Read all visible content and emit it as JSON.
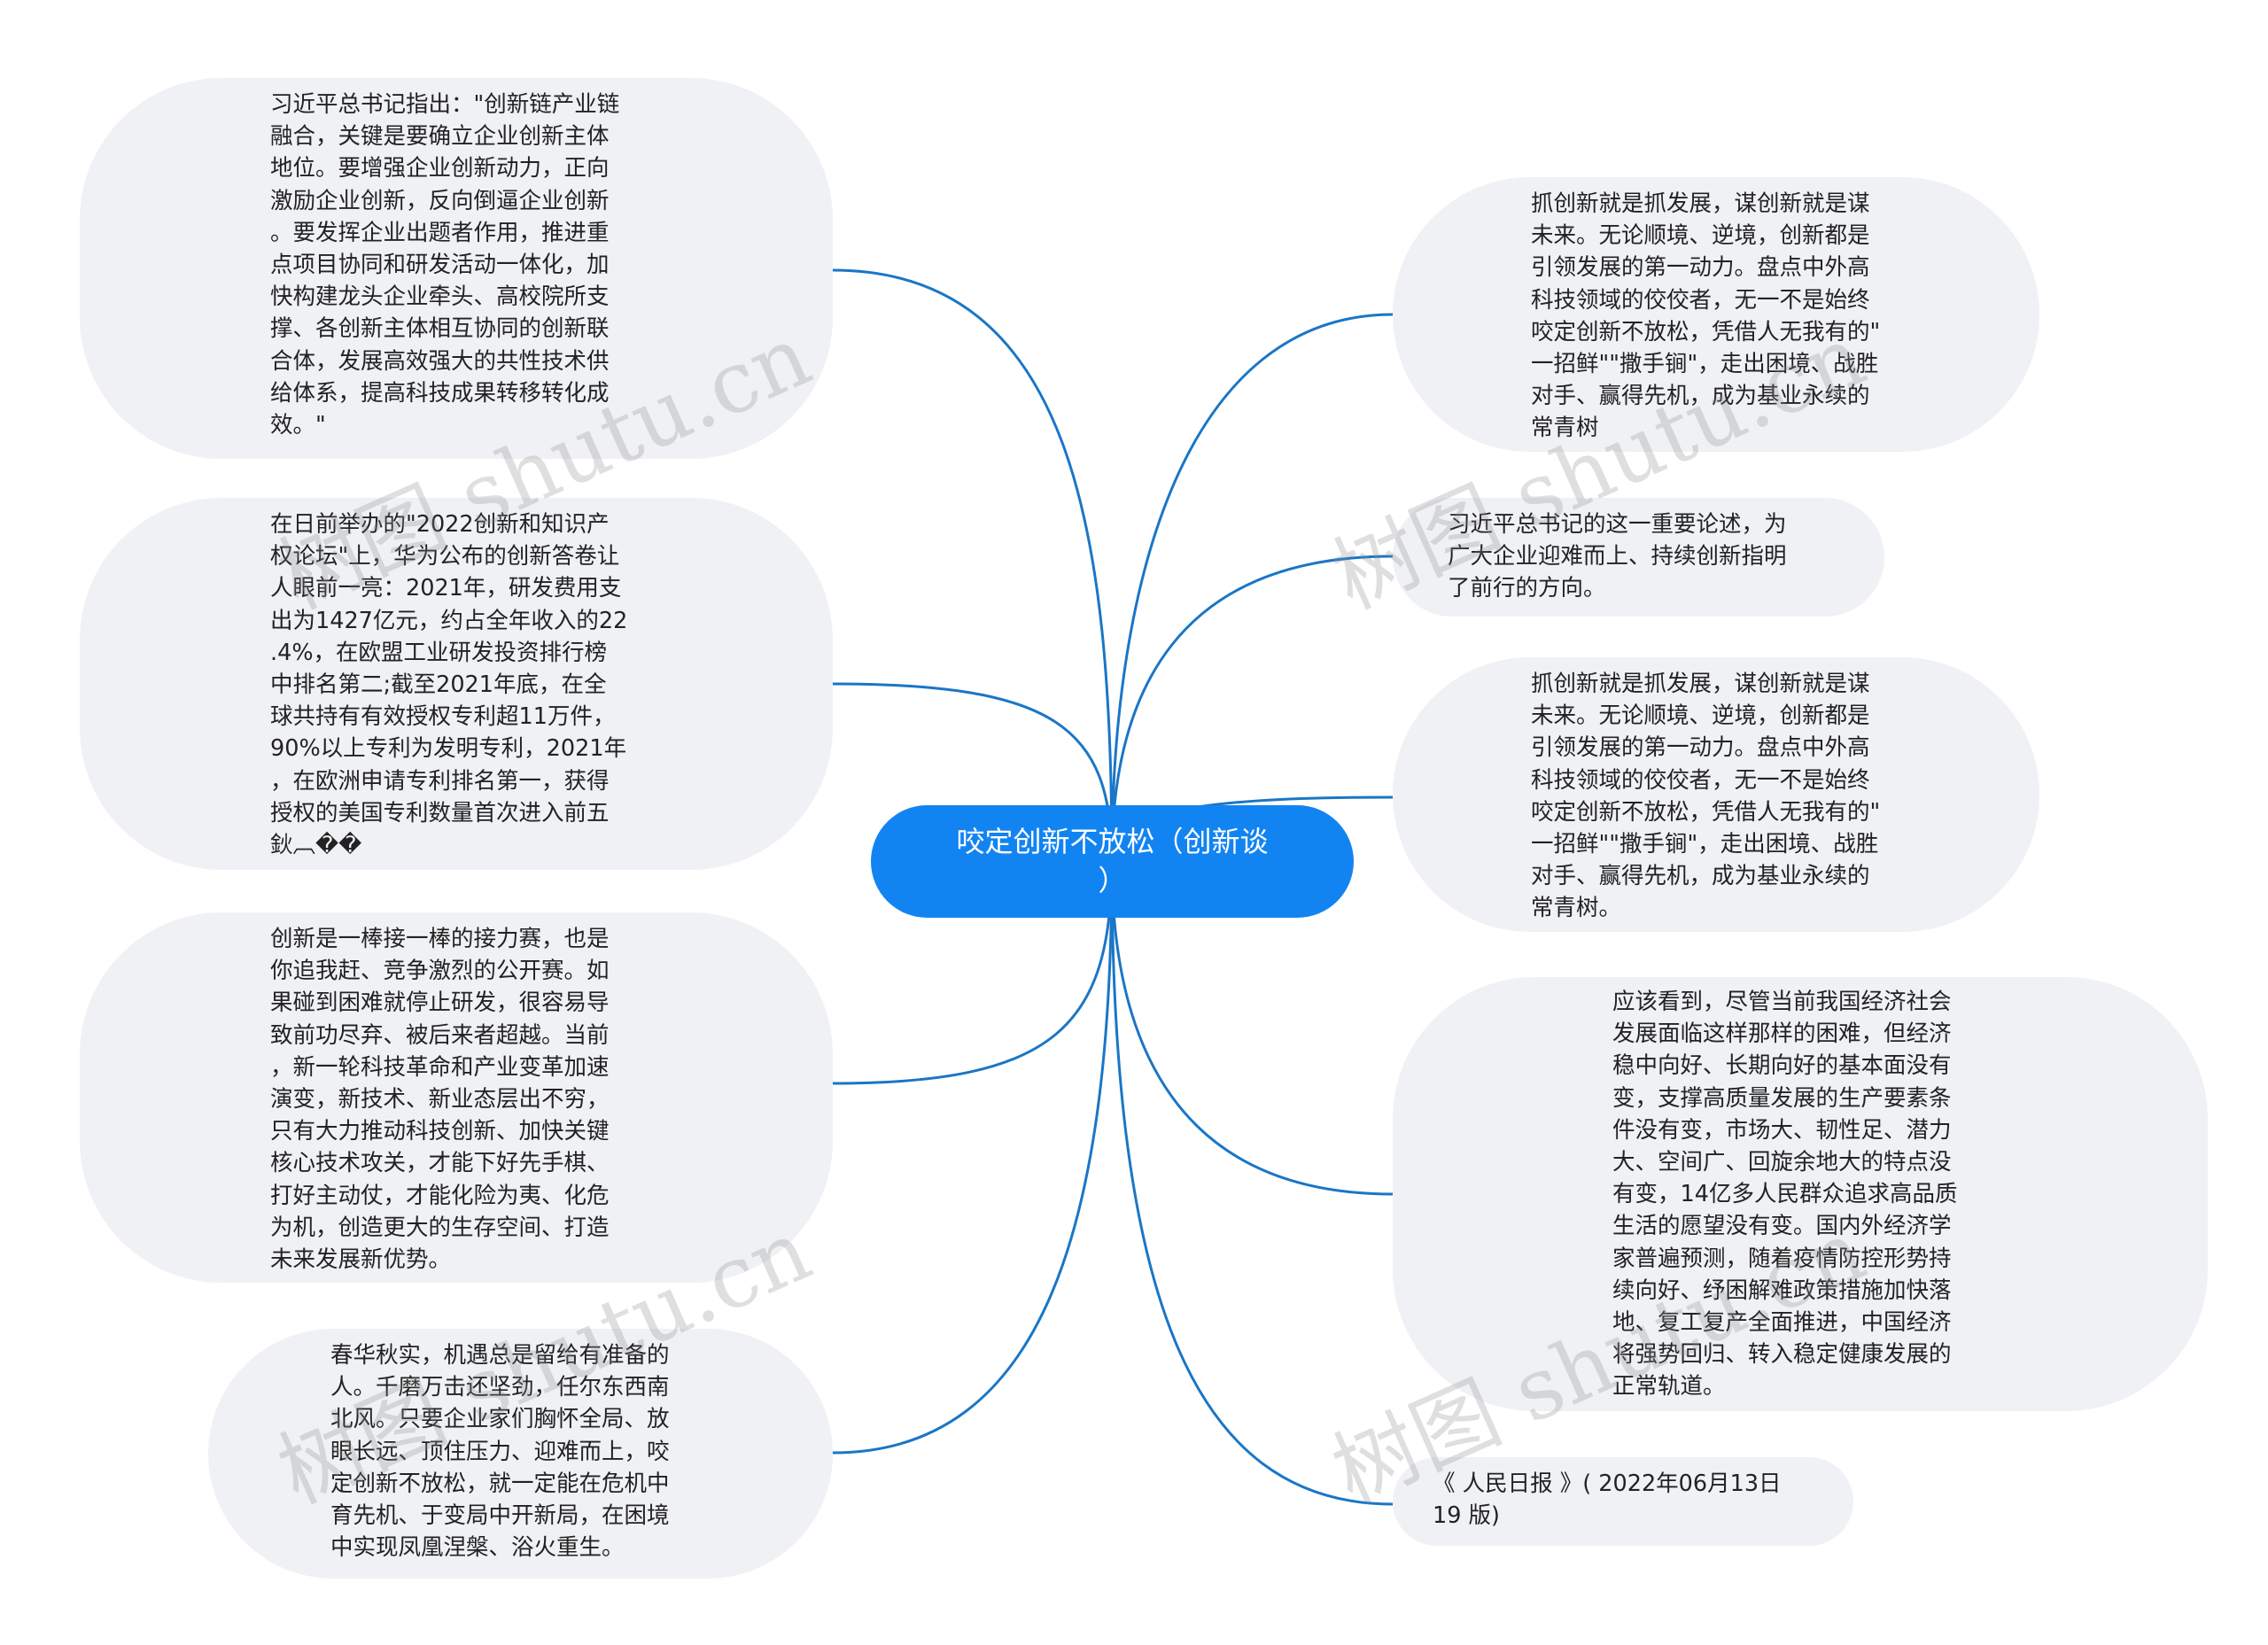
{
  "root": {
    "label": "咬定创新不放松（创新谈\n）"
  },
  "nodes": {
    "left_1": "习近平总书记指出：\"创新链产业链\n融合，关键是要确立企业创新主体\n地位。要增强企业创新动力，正向\n激励企业创新，反向倒逼企业创新\n。要发挥企业出题者作用，推进重\n点项目协同和研发活动一体化，加\n快构建龙头企业牵头、高校院所支\n撑、各创新主体相互协同的创新联\n合体，发展高效强大的共性技术供\n给体系，提高科技成果转移转化成\n效。\"",
    "left_2": "在日前举办的\"2022创新和知识产\n权论坛\"上，华为公布的创新答卷让\n人眼前一亮：2021年，研发费用支\n出为1427亿元，约占全年收入的22\n.4%，在欧盟工业研发投资排行榜\n中排名第二;截至2021年底，在全\n球共持有有效授权专利超11万件，\n90%以上专利为发明专利，2021年\n，在欧洲申请专利排名第一，获得\n授权的美国专利数量首次进入前五\n鈥︹��",
    "left_3": "创新是一棒接一棒的接力赛，也是\n你追我赶、竞争激烈的公开赛。如\n果碰到困难就停止研发，很容易导\n致前功尽弃、被后来者超越。当前\n，新一轮科技革命和产业变革加速\n演变，新技术、新业态层出不穷，\n只有大力推动科技创新、加快关键\n核心技术攻关，才能下好先手棋、\n打好主动仗，才能化险为夷、化危\n为机，创造更大的生存空间、打造\n未来发展新优势。",
    "left_4": "春华秋实，机遇总是留给有准备的\n人。千磨万击还坚劲，任尔东西南\n北风。只要企业家们胸怀全局、放\n眼长远、顶住压力、迎难而上，咬\n定创新不放松，就一定能在危机中\n育先机、于变局中开新局，在困境\n中实现凤凰涅槃、浴火重生。",
    "right_1": "抓创新就是抓发展，谋创新就是谋\n未来。无论顺境、逆境，创新都是\n引领发展的第一动力。盘点中外高\n科技领域的佼佼者，无一不是始终\n咬定创新不放松，凭借人无我有的\"\n一招鲜\"\"撒手锏\"，走出困境、战胜\n对手、赢得先机，成为基业永续的\n常青树",
    "right_2": "习近平总书记的这一重要论述，为\n广大企业迎难而上、持续创新指明\n了前行的方向。",
    "right_3": "抓创新就是抓发展，谋创新就是谋\n未来。无论顺境、逆境，创新都是\n引领发展的第一动力。盘点中外高\n科技领域的佼佼者，无一不是始终\n咬定创新不放松，凭借人无我有的\"\n一招鲜\"\"撒手锏\"，走出困境、战胜\n对手、赢得先机，成为基业永续的\n常青树。",
    "right_4": "应该看到，尽管当前我国经济社会\n发展面临这样那样的困难，但经济\n稳中向好、长期向好的基本面没有\n变，支撑高质量发展的生产要素条\n件没有变，市场大、韧性足、潜力\n大、空间广、回旋余地大的特点没\n有变，14亿多人民群众追求高品质\n生活的愿望没有变。国内外经济学\n家普遍预测，随着疫情防控形势持\n续向好、纾困解难政策措施加快落\n地、复工复产全面推进，中国经济\n将强势回归、转入稳定健康发展的\n正常轨道。",
    "right_5": "《 人民日报 》( 2022年06月13日\n19 版)"
  },
  "watermark": "树图 shutu.cn",
  "colors": {
    "edge": "#1a76c6",
    "root_bg": "#1284f2",
    "node_bg": "#eff1f4"
  }
}
